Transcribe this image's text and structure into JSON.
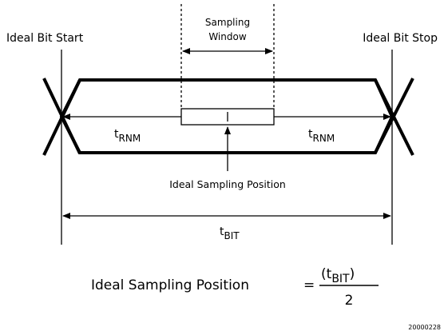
{
  "labels": {
    "bit_start": "Ideal Bit Start",
    "bit_stop": "Ideal Bit Stop",
    "sampling_window_line1": "Sampling",
    "sampling_window_line2": "Window",
    "t_rnm_main": "t",
    "t_rnm_sub": "RNM",
    "ideal_sampling_position": "Ideal Sampling Position",
    "t_bit_main": "t",
    "t_bit_sub": "BIT"
  },
  "formula": {
    "lhs": "Ideal Sampling Position",
    "equals": "=",
    "num_open": "(t",
    "num_sub": "BIT",
    "num_close": ")",
    "denominator": "2"
  },
  "figure_code": "20000228"
}
